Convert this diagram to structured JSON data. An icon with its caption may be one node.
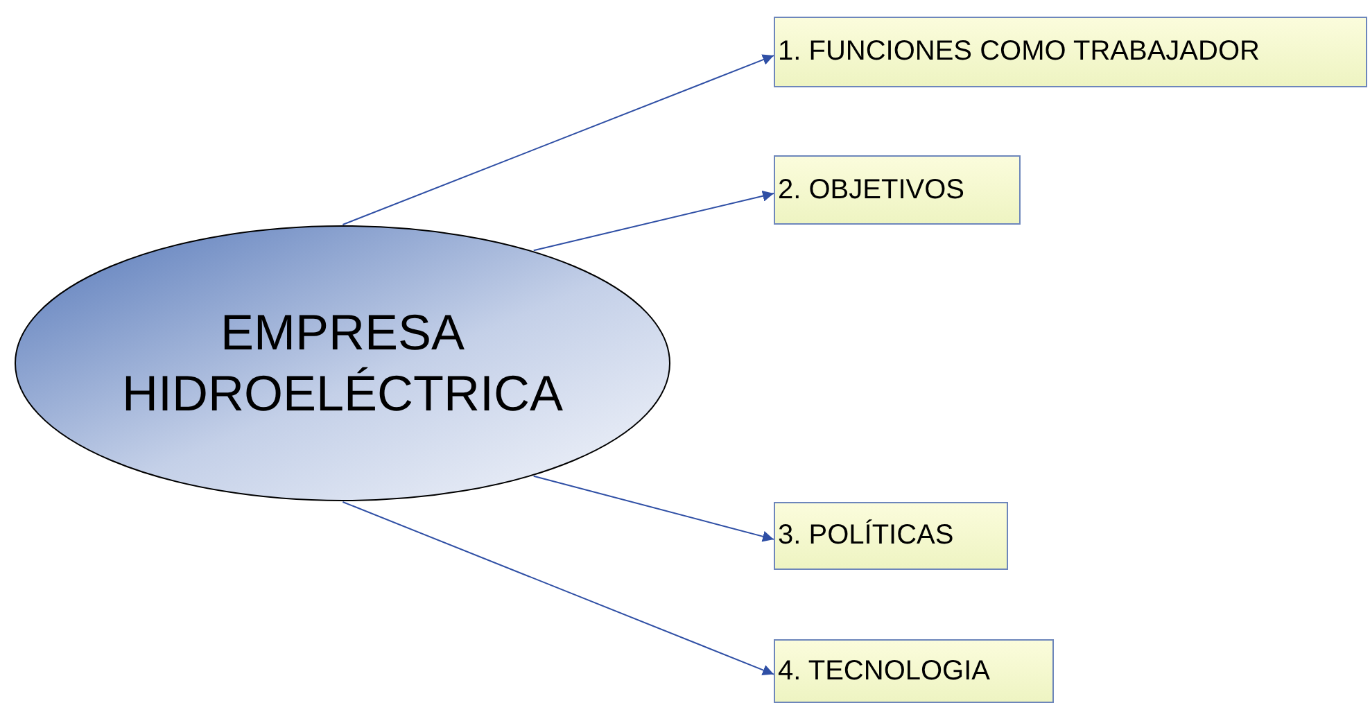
{
  "diagram": {
    "nodes": [
      {
        "text": [
          "EMPRESA HIDROELÉCTRICA"
        ]
      },
      {
        "text": [
          "1. FUNCIONES COMO TRABAJADOR"
        ]
      },
      {
        "text": [
          "2. OBJETIVOS"
        ]
      },
      {
        "text": [
          "3. POLÍTICAS"
        ]
      },
      {
        "text": [
          "4. TECNOLOGIA"
        ]
      }
    ],
    "edges": [
      {
        "from": 0,
        "to": 1,
        "arrow": "to"
      },
      {
        "from": 0,
        "to": 2,
        "arrow": "to"
      },
      {
        "from": 0,
        "to": 3,
        "arrow": "to"
      },
      {
        "from": 0,
        "to": 4,
        "arrow": "to"
      }
    ]
  }
}
